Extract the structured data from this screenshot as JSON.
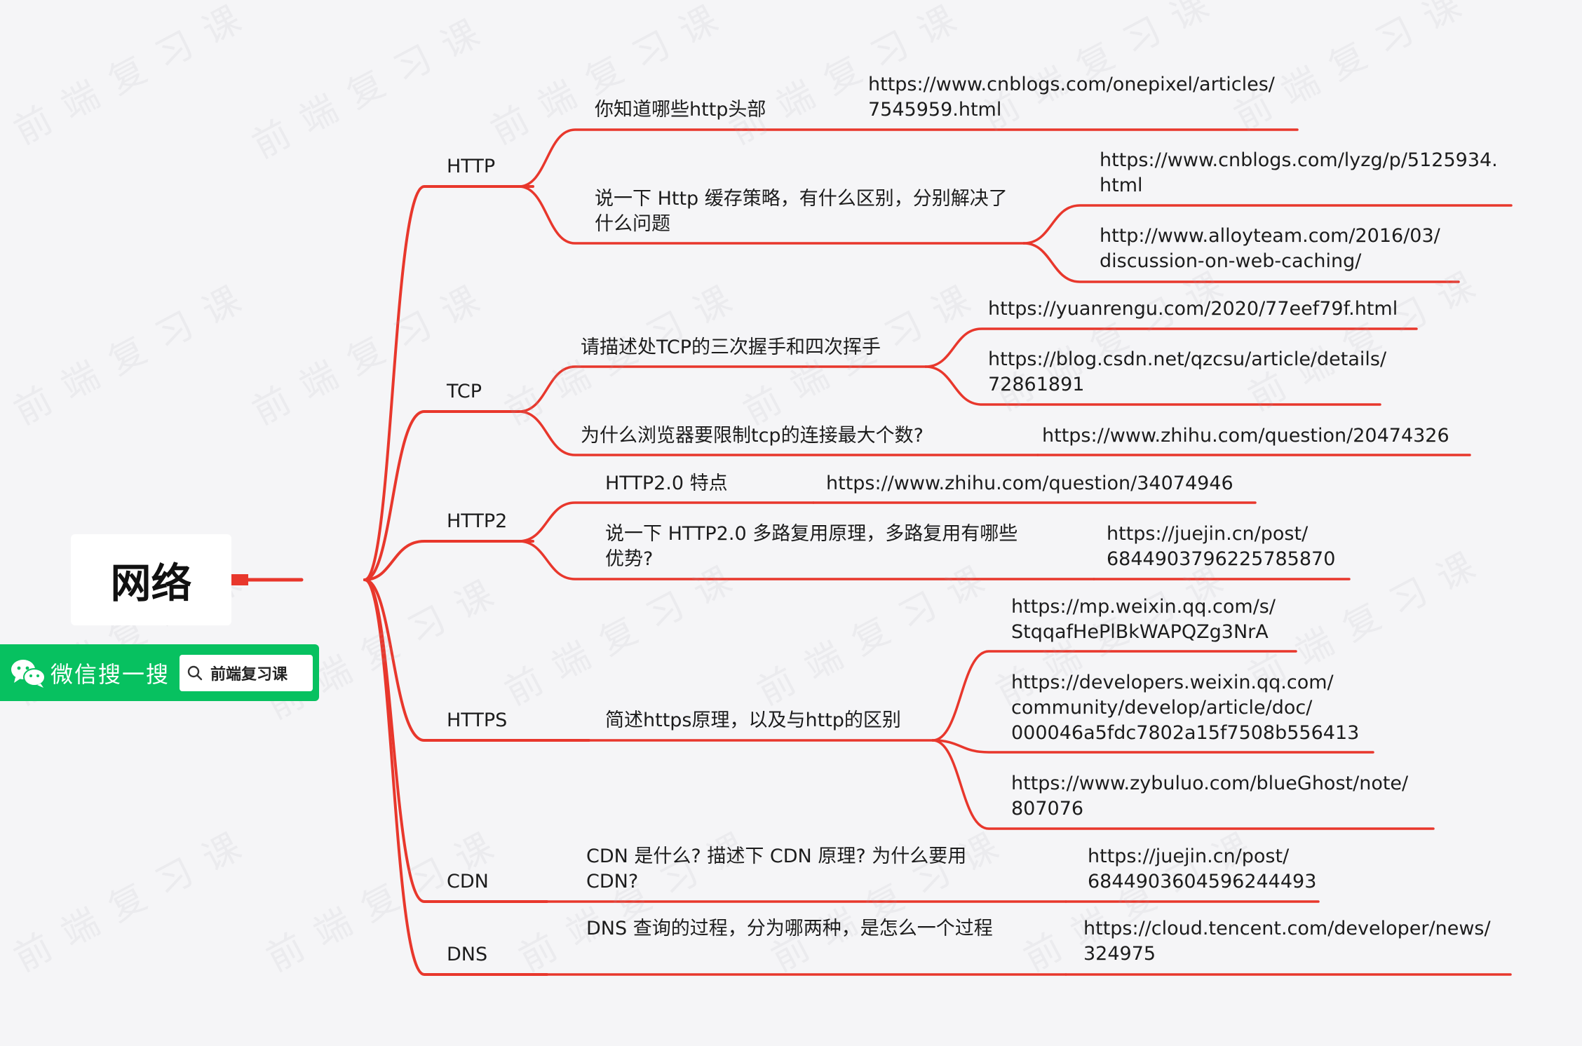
{
  "root": {
    "label": "网络"
  },
  "badge": {
    "app_label": "微信搜一搜",
    "search_text": "前端复习课"
  },
  "watermark": "前端复习课",
  "branches": [
    {
      "label": "HTTP",
      "children": [
        {
          "label": "你知道哪些http头部",
          "links": [
            {
              "text": "https://www.cnblogs.com/onepixel/articles/ 7545959.html"
            }
          ]
        },
        {
          "label": "说一下 Http 缓存策略，有什么区别，分别解决了什么问题",
          "links": [
            {
              "text": "https://www.cnblogs.com/lyzg/p/5125934. html"
            },
            {
              "text": "http://www.alloyteam.com/2016/03/ discussion-on-web-caching/"
            }
          ]
        }
      ]
    },
    {
      "label": "TCP",
      "children": [
        {
          "label": "请描述处TCP的三次握手和四次挥手",
          "links": [
            {
              "text": "https://yuanrengu.com/2020/77eef79f.html"
            },
            {
              "text": "https://blog.csdn.net/qzcsu/article/details/ 72861891"
            }
          ]
        },
        {
          "label": "为什么浏览器要限制tcp的连接最大个数?",
          "links": [
            {
              "text": "https://www.zhihu.com/question/20474326"
            }
          ]
        }
      ]
    },
    {
      "label": "HTTP2",
      "children": [
        {
          "label": "HTTP2.0 特点",
          "links": [
            {
              "text": "https://www.zhihu.com/question/34074946"
            }
          ]
        },
        {
          "label": "说一下 HTTP2.0 多路复用原理，多路复用有哪些优势?",
          "links": [
            {
              "text": "https://juejin.cn/post/ 6844903796225785870"
            }
          ]
        }
      ]
    },
    {
      "label": "HTTPS",
      "children": [
        {
          "label": "简述https原理，以及与http的区别",
          "links": [
            {
              "text": "https://mp.weixin.qq.com/s/ StqqafHePlBkWAPQZg3NrA"
            },
            {
              "text": "https://developers.weixin.qq.com/ community/develop/article/doc/ 000046a5fdc7802a15f7508b556413"
            },
            {
              "text": "https://www.zybuluo.com/blueGhost/note/ 807076"
            }
          ]
        }
      ]
    },
    {
      "label": "CDN",
      "children": [
        {
          "label": "CDN 是什么? 描述下 CDN 原理? 为什么要用 CDN?",
          "links": [
            {
              "text": "https://juejin.cn/post/ 6844903604596244493"
            }
          ]
        }
      ]
    },
    {
      "label": "DNS",
      "children": [
        {
          "label": "DNS 查询的过程，分为哪两种，是怎么一个过程",
          "links": [
            {
              "text": "https://cloud.tencent.com/developer/news/ 324975"
            }
          ]
        }
      ]
    }
  ],
  "colors": {
    "line": "#e8372c",
    "badge": "#07c160",
    "background": "#f5f5f7"
  }
}
